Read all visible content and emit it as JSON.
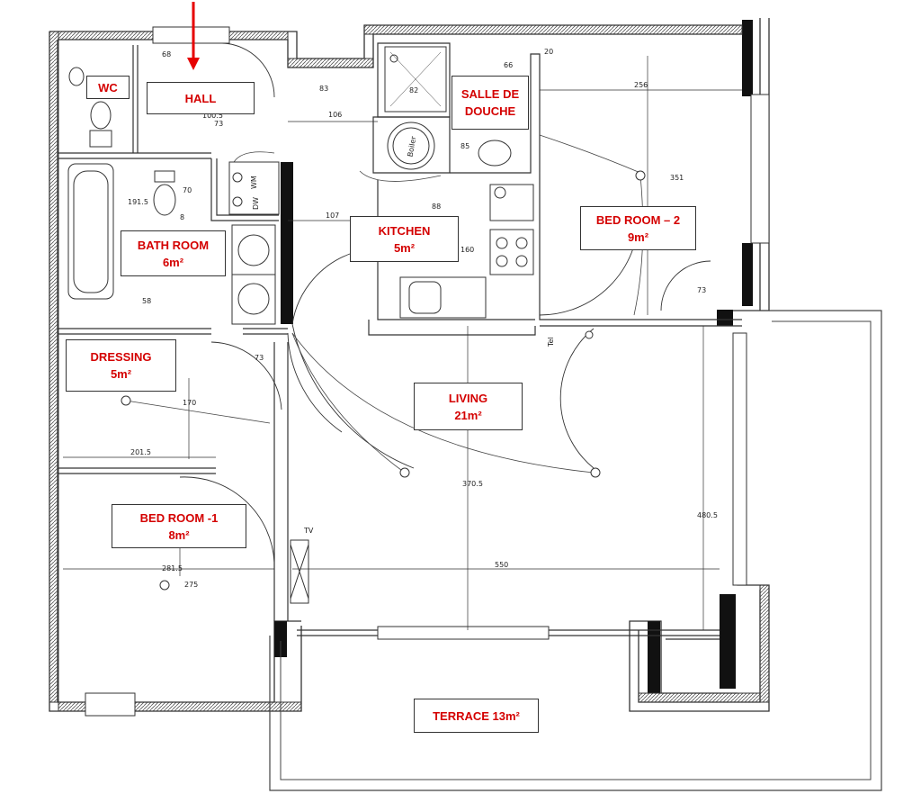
{
  "rooms": {
    "wc": {
      "name": "WC"
    },
    "hall": {
      "name": "HALL"
    },
    "salle_de_douche": {
      "name_line1": "SALLE DE",
      "name_line2": "DOUCHE"
    },
    "bath_room": {
      "name": "BATH ROOM",
      "area": "6m²"
    },
    "kitchen": {
      "name": "KITCHEN",
      "area": "5m²"
    },
    "bed_room_2": {
      "name": "BED ROOM – 2",
      "area": "9m²"
    },
    "dressing": {
      "name": "DRESSING",
      "area": "5m²"
    },
    "living": {
      "name": "LIVING",
      "area": "21m²"
    },
    "bed_room_1": {
      "name": "BED ROOM -1",
      "area": "8m²"
    },
    "terrace": {
      "name": "TERRACE 13m²"
    }
  },
  "dimensions": {
    "d68": "68",
    "d83": "83",
    "d106": "106",
    "d82": "82",
    "d20": "20",
    "d66": "66",
    "d256": "256",
    "d351": "351",
    "d191_5": "191.5",
    "d107": "107",
    "d88": "88",
    "d85": "85",
    "d160": "160",
    "d73a": "73",
    "d73b": "73",
    "d73c": "73",
    "d70": "70",
    "d170": "170",
    "d201_5": "201.5",
    "d370_5": "370.5",
    "d480_5": "480.5",
    "d550": "550",
    "d281_5": "281.5",
    "d275": "275",
    "d100_5": "100.5",
    "d58": "58",
    "d8": "8"
  },
  "fixtures": {
    "boiler": "Boiler",
    "tv": "TV",
    "tel": "Tel",
    "wm": "WM",
    "dw": "DW"
  },
  "colors": {
    "label_text": "#d40000",
    "entry_arrow": "#e60000",
    "wall": "#333333",
    "line": "#222222"
  }
}
